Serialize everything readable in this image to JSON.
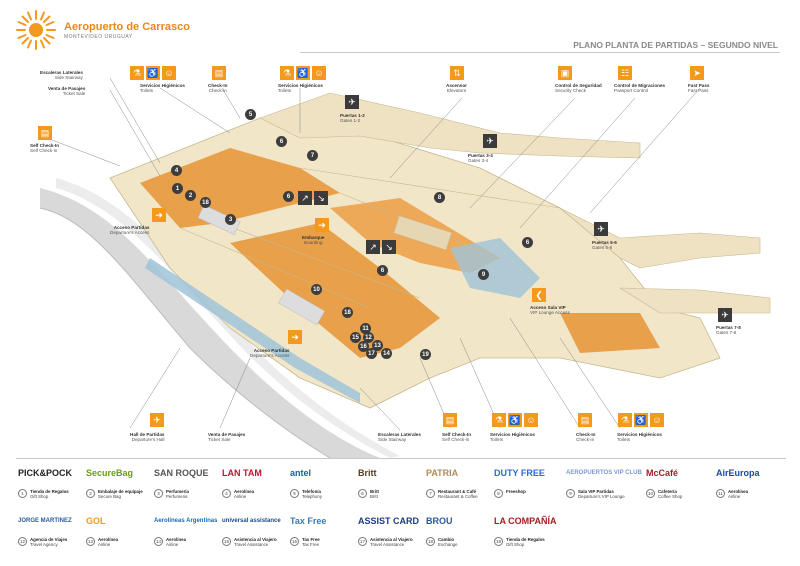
{
  "header": {
    "logo_title": "Aeropuerto de Carrasco",
    "logo_subtitle": "MONTEVIDEO URUGUAY",
    "plan_title": "PLANO PLANTA DE PARTIDAS – SEGUNDO NIVEL"
  },
  "colors": {
    "accent": "#f39a1e",
    "floor": "#e8a04a",
    "terminal": "#f2e6c8",
    "glass": "#9fc3d8",
    "dark_marker": "#3d3d3d"
  },
  "callouts": {
    "escaleras_laterales_top": {
      "t": "Escaleras Laterales",
      "s": "Side Stairway"
    },
    "venta_pasajes_top": {
      "t": "Venta de Pasajes",
      "s": "Ticket Sale"
    },
    "self_checkin_left": {
      "t": "Self Check-In",
      "s": "Self Check-in"
    },
    "servicios_higienicos_1": {
      "t": "Servicios Higiénicos",
      "s": "Toilets"
    },
    "checkin_top": {
      "t": "Check-In",
      "s": "Check-in"
    },
    "servicios_higienicos_2": {
      "t": "Servicios Higiénicos",
      "s": "Toilets"
    },
    "ascensor": {
      "t": "Ascensor",
      "s": "Elevators"
    },
    "control_seguridad": {
      "t": "Control de Seguridad",
      "s": "Security Check"
    },
    "control_migraciones": {
      "t": "Control de Migraciones",
      "s": "Passport Control"
    },
    "fast_pass": {
      "t": "Fast Pass",
      "s": "Fast Pass"
    },
    "puertas_1_2": {
      "t": "Puertas 1-2",
      "s": "Gates 1-2"
    },
    "puertas_3_4": {
      "t": "Puertas 3-4",
      "s": "Gates 3-4"
    },
    "puertas_5_6": {
      "t": "Puertas 5-6",
      "s": "Gates 5-6"
    },
    "puertas_7_8": {
      "t": "Puertas 7-8",
      "s": "Gates 7-8"
    },
    "acceso_partidas_1": {
      "t": "Acceso Partidas",
      "s": "Departure's Access"
    },
    "acceso_partidas_2": {
      "t": "Acceso Partidas",
      "s": "Departure's Access"
    },
    "embarque": {
      "t": "Embarque",
      "s": "Boarding"
    },
    "acceso_vip": {
      "t": "Acceso Sala VIP",
      "s": "VIP Lounge Access"
    },
    "hall_partidas": {
      "t": "Hall de Partidas",
      "s": "Departure's Hall"
    },
    "venta_pasajes_bottom": {
      "t": "Venta de Pasajes",
      "s": "Ticket Sale"
    },
    "escaleras_laterales_bottom": {
      "t": "Escaleras Laterales",
      "s": "Side Stairway"
    },
    "self_checkin_bottom": {
      "t": "Self Check-In",
      "s": "Self Check-in"
    },
    "servicios_higienicos_3": {
      "t": "Servicios Higiénicos",
      "s": "Toilets"
    },
    "checkin_bottom": {
      "t": "Check-In",
      "s": "Check-in"
    },
    "servicios_higienicos_4": {
      "t": "Servicios Higiénicos",
      "s": "Toilets"
    }
  },
  "markers": [
    "1",
    "2",
    "3",
    "4",
    "5",
    "6",
    "6",
    "6",
    "7",
    "8",
    "9",
    "10",
    "11",
    "12",
    "13",
    "14",
    "15",
    "16",
    "17",
    "18",
    "18",
    "19"
  ],
  "legend": [
    {
      "n": "1",
      "brand": "PICK&POCK",
      "t": "Tienda de Regalos",
      "s": "Gift Shop",
      "color": "#222222"
    },
    {
      "n": "2",
      "brand": "SecureBag",
      "t": "Embalaje de equipaje",
      "s": "Secure Bag",
      "color": "#6a9a1f"
    },
    {
      "n": "3",
      "brand": "SAN ROQUE",
      "t": "Perfumería",
      "s": "Perfumeria",
      "color": "#555555"
    },
    {
      "n": "4",
      "brand": "LAN  TAM",
      "t": "Aerolínea",
      "s": "Airline",
      "color": "#c8102e"
    },
    {
      "n": "5",
      "brand": "antel",
      "t": "Telefonía",
      "s": "Telephony",
      "color": "#1a5ca8"
    },
    {
      "n": "6",
      "brand": "Britt",
      "t": "Britt",
      "s": "Britt",
      "color": "#5a3a1a"
    },
    {
      "n": "7",
      "brand": "PATRIA",
      "t": "Restaurant & Café",
      "s": "Restaurant & Coffee",
      "color": "#b08a5a"
    },
    {
      "n": "8",
      "brand": "DUTY FREE",
      "t": "Freeshop",
      "s": "",
      "color": "#2a6ad6"
    },
    {
      "n": "9",
      "brand": "AEROPUERTOS VIP CLUB",
      "t": "Sala VIP Partidas",
      "s": "Departure's VIP Lounge",
      "color": "#7a9ad6"
    },
    {
      "n": "10",
      "brand": "McCafé",
      "t": "Cafetería",
      "s": "Coffee Shop",
      "color": "#a0202a"
    },
    {
      "n": "11",
      "brand": "AirEuropa",
      "t": "Aerolínea",
      "s": "Airline",
      "color": "#1a4a9a"
    },
    {
      "n": "12",
      "brand": "JORGE MARTINEZ",
      "t": "Agencia de Viajes",
      "s": "Travel Agency",
      "color": "#2a5aa0"
    },
    {
      "n": "13",
      "brand": "GOL",
      "t": "Aerolínea",
      "s": "Airline",
      "color": "#f39a1e"
    },
    {
      "n": "14",
      "brand": "Aerolíneas Argentinas",
      "t": "Aerolínea",
      "s": "Airline",
      "color": "#1a6ab0"
    },
    {
      "n": "15",
      "brand": "universal assistance",
      "t": "Asistencia al Viajero",
      "s": "Travel Assistance",
      "color": "#1a4a8a"
    },
    {
      "n": "16",
      "brand": "Tax Free",
      "t": "Tax Free",
      "s": "Tax Free",
      "color": "#3a7ab0"
    },
    {
      "n": "17",
      "brand": "ASSIST CARD",
      "t": "Asistencia al Viajero",
      "s": "Travel Assistance",
      "color": "#1a3a8a"
    },
    {
      "n": "18",
      "brand": "BROU",
      "t": "Cambio",
      "s": "Exchange",
      "color": "#2a5a9a"
    },
    {
      "n": "19",
      "brand": "LA COMPAÑÍA",
      "t": "Tienda de Regalos",
      "s": "Gift Shop",
      "color": "#a02020"
    }
  ]
}
